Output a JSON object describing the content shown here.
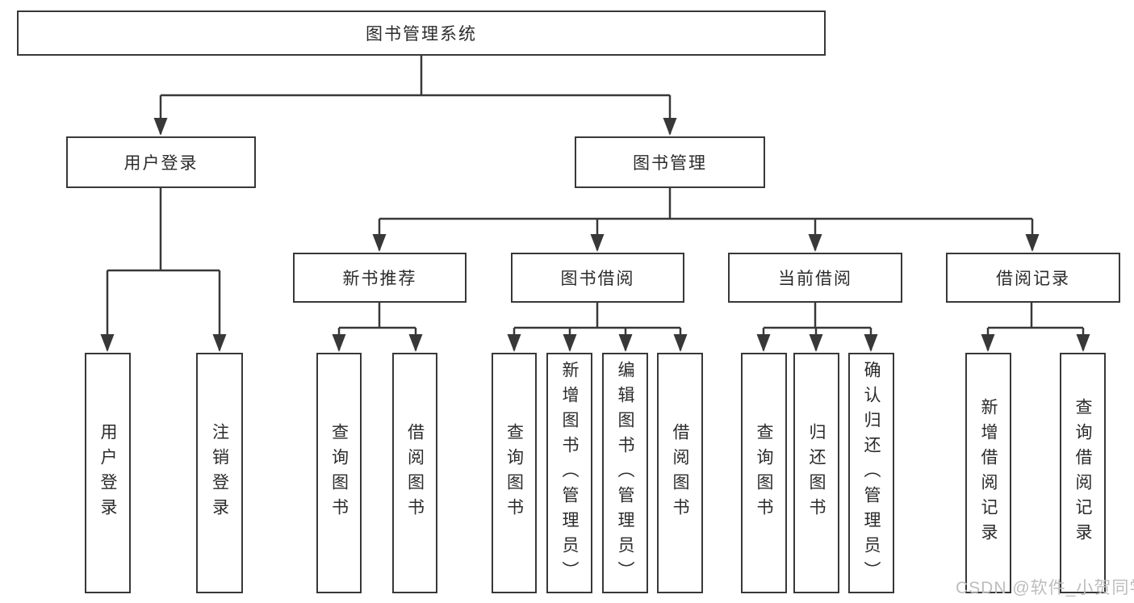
{
  "root": {
    "label": "图书管理系统"
  },
  "level2": [
    {
      "label": "用户登录"
    },
    {
      "label": "图书管理"
    }
  ],
  "level3": [
    {
      "label": "新书推荐"
    },
    {
      "label": "图书借阅"
    },
    {
      "label": "当前借阅"
    },
    {
      "label": "借阅记录"
    }
  ],
  "leaves": [
    {
      "label": "用户登录"
    },
    {
      "label": "注销登录"
    },
    {
      "label": "查询图书"
    },
    {
      "label": "借阅图书"
    },
    {
      "label": "查询图书"
    },
    {
      "label": "新增图书（管理员）"
    },
    {
      "label": "编辑图书（管理员）"
    },
    {
      "label": "借阅图书"
    },
    {
      "label": "查询图书"
    },
    {
      "label": "归还图书"
    },
    {
      "label": "确认归还（管理员）"
    },
    {
      "label": "新增借阅记录"
    },
    {
      "label": "查询借阅记录"
    }
  ],
  "watermark": "CSDN @软件_小贺同学",
  "colors": {
    "line": "#383838",
    "text": "#2b2b2b",
    "watermark": "#bdbdbd",
    "background": "#ffffff"
  }
}
